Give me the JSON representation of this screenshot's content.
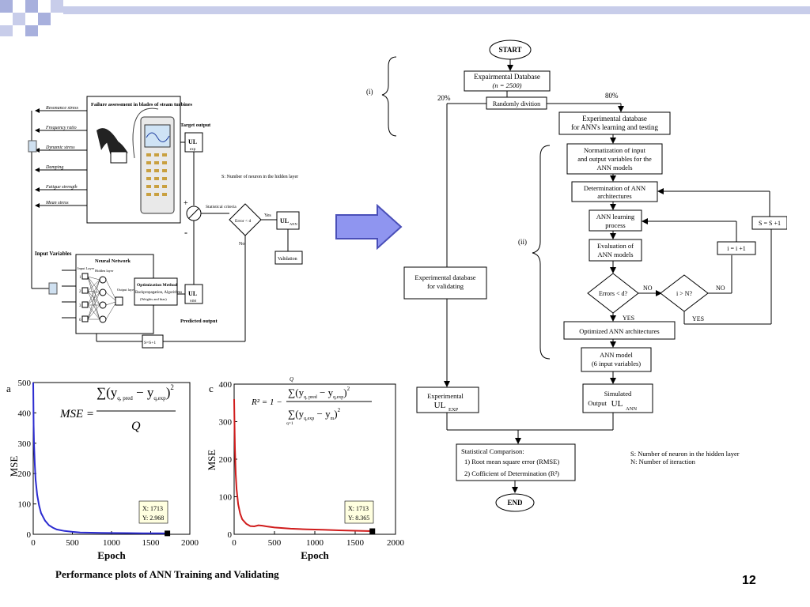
{
  "slide": {
    "caption": "Performance plots of ANN Training and Validating",
    "page_number": "12"
  },
  "left_diagram": {
    "title": "Failure assessment in blades of steam turbines",
    "target_output": "Target output",
    "ul_exp_top": "UL",
    "ul_exp_sub": "exp",
    "inputs": [
      "Resonance stress",
      "Frequency ratio",
      "Dynamic stress",
      "Damping",
      "Fatigue strength",
      "Mean stress"
    ],
    "hidden_note": "S: Number of neuron in the hidden layer",
    "statistical": "Statistical criteria",
    "error_check": "Error < d",
    "yes": "Yes",
    "no": "No",
    "ul_ann": "UL",
    "ul_ann_sub": "ANN",
    "validation": "Validation",
    "input_variables": "Input Variables",
    "neural_network": "Neural Network",
    "input_layer": "Input Layer",
    "hidden_layer": "Hidden layer",
    "output_layer": "Output layer",
    "neuron_labels": [
      "1",
      "2",
      "3",
      "6"
    ],
    "optimization_line1": "Optimization Method",
    "optimization_line2": "Backpropagation, Algorithms",
    "optimization_line3": "(Weights and bias)",
    "ul_sim": "UL",
    "ul_sim_sub": "SIM",
    "predicted_output": "Predicted output",
    "s_update": "S=S+1",
    "plus": "+",
    "minus": "-"
  },
  "flowchart": {
    "start": "START",
    "exp_db_line1": "Expairmental   Database",
    "exp_db_line2": "(n = 2500)",
    "random": "Randomly divition",
    "pct20": "20%",
    "pct80": "80%",
    "label_i": "(i)",
    "label_ii": "(ii)",
    "learn_test_line1": "Experimental database",
    "learn_test_line2": "for ANN's learning and testing",
    "norm_line1": "Normatization of input",
    "norm_line2": "and output variables for the",
    "norm_line3": "ANN models",
    "determ_line1": "Determination of ANN",
    "determ_line2": "architectures",
    "learning_line1": "ANN learning",
    "learning_line2": "process",
    "eval_line1": "Evaluation of",
    "eval_line2": "ANN models",
    "errors": "Errors < d?",
    "i_gt_n": "i > N?",
    "no1": "NO",
    "no2": "NO",
    "yes1": "YES",
    "yes2": "YES",
    "i_inc": "i = i +1",
    "s_inc": "S = S +1",
    "optimized": "Optimized ANN architectures",
    "model_line1": "ANN model",
    "model_line2": "(6 input variables)",
    "validating_line1": "Experimental database",
    "validating_line2": "for validating",
    "exp_ul_line1": "Experimental",
    "exp_ul_line2": "UL",
    "exp_ul_sub": "EXP",
    "sim_line1": "Simulated",
    "sim_line2": "Output",
    "sim_ul": "UL",
    "sim_sub": "ANN",
    "stat_title": "Statistical Comparison:",
    "stat_1": "1) Root mean square error (RMSE)",
    "stat_2": "2) Cofficient of Determination (R²)",
    "end": "END",
    "legend_s": "S: Number of neuron in the hidden layer",
    "legend_n": "N: Number of iteraction"
  },
  "chart_data": [
    {
      "type": "line",
      "panel_label": "a",
      "xlabel": "Epoch",
      "ylabel": "MSE",
      "xlim": [
        0,
        2000
      ],
      "ylim": [
        0,
        500
      ],
      "xticks": [
        "0",
        "500",
        "1000",
        "1500",
        "2000"
      ],
      "yticks": [
        "0",
        "100",
        "200",
        "300",
        "400",
        "500"
      ],
      "formula_lhs": "MSE =",
      "formula_num": "∑(y",
      "formula_num_sub": "q, pred",
      "formula_mid": " − y",
      "formula_mid_sub": "q,exp",
      "formula_close": ")",
      "formula_exp": "2",
      "formula_den": "Q",
      "datatip_x": "X: 1713",
      "datatip_y": "Y: 2.968",
      "color": "#2b2bd0",
      "series": [
        {
          "x": [
            0,
            5,
            10,
            20,
            30,
            50,
            75,
            100,
            150,
            200,
            250,
            300,
            400,
            500,
            600,
            800,
            1000,
            1200,
            1400,
            1600,
            1713
          ],
          "y": [
            500,
            360,
            300,
            230,
            180,
            130,
            95,
            70,
            45,
            30,
            22,
            16,
            11,
            8,
            6,
            5,
            4.2,
            3.8,
            3.4,
            3.1,
            2.968
          ]
        }
      ]
    },
    {
      "type": "line",
      "panel_label": "c",
      "xlabel": "Epoch",
      "ylabel": "MSE",
      "xlim": [
        0,
        2000
      ],
      "ylim": [
        0,
        400
      ],
      "xticks": [
        "0",
        "500",
        "1000",
        "1500",
        "2000"
      ],
      "yticks": [
        "0",
        "100",
        "200",
        "300",
        "400"
      ],
      "formula_lhs": "R² = 1 −",
      "formula_num": "∑(y",
      "formula_num_sub": "q, pred",
      "formula_mid": " − y",
      "formula_mid_sub": "q,exp",
      "formula_close": ")",
      "formula_exp": "2",
      "formula_den": "∑(y",
      "formula_den_sub": "q,exp",
      "formula_den_mid": " − y",
      "formula_den_mid_sub": "m",
      "formula_q": "Q",
      "formula_q1": "q=1",
      "datatip_x": "X: 1713",
      "datatip_y": "Y: 8.365",
      "color": "#d01c1c",
      "series": [
        {
          "x": [
            0,
            5,
            10,
            20,
            30,
            50,
            75,
            100,
            150,
            200,
            250,
            300,
            350,
            400,
            500,
            700,
            900,
            1100,
            1300,
            1500,
            1713
          ],
          "y": [
            360,
            290,
            230,
            160,
            120,
            80,
            55,
            40,
            28,
            22,
            21,
            24,
            23,
            21,
            18,
            15,
            13,
            12,
            10.5,
            9.5,
            8.365
          ]
        }
      ]
    }
  ]
}
